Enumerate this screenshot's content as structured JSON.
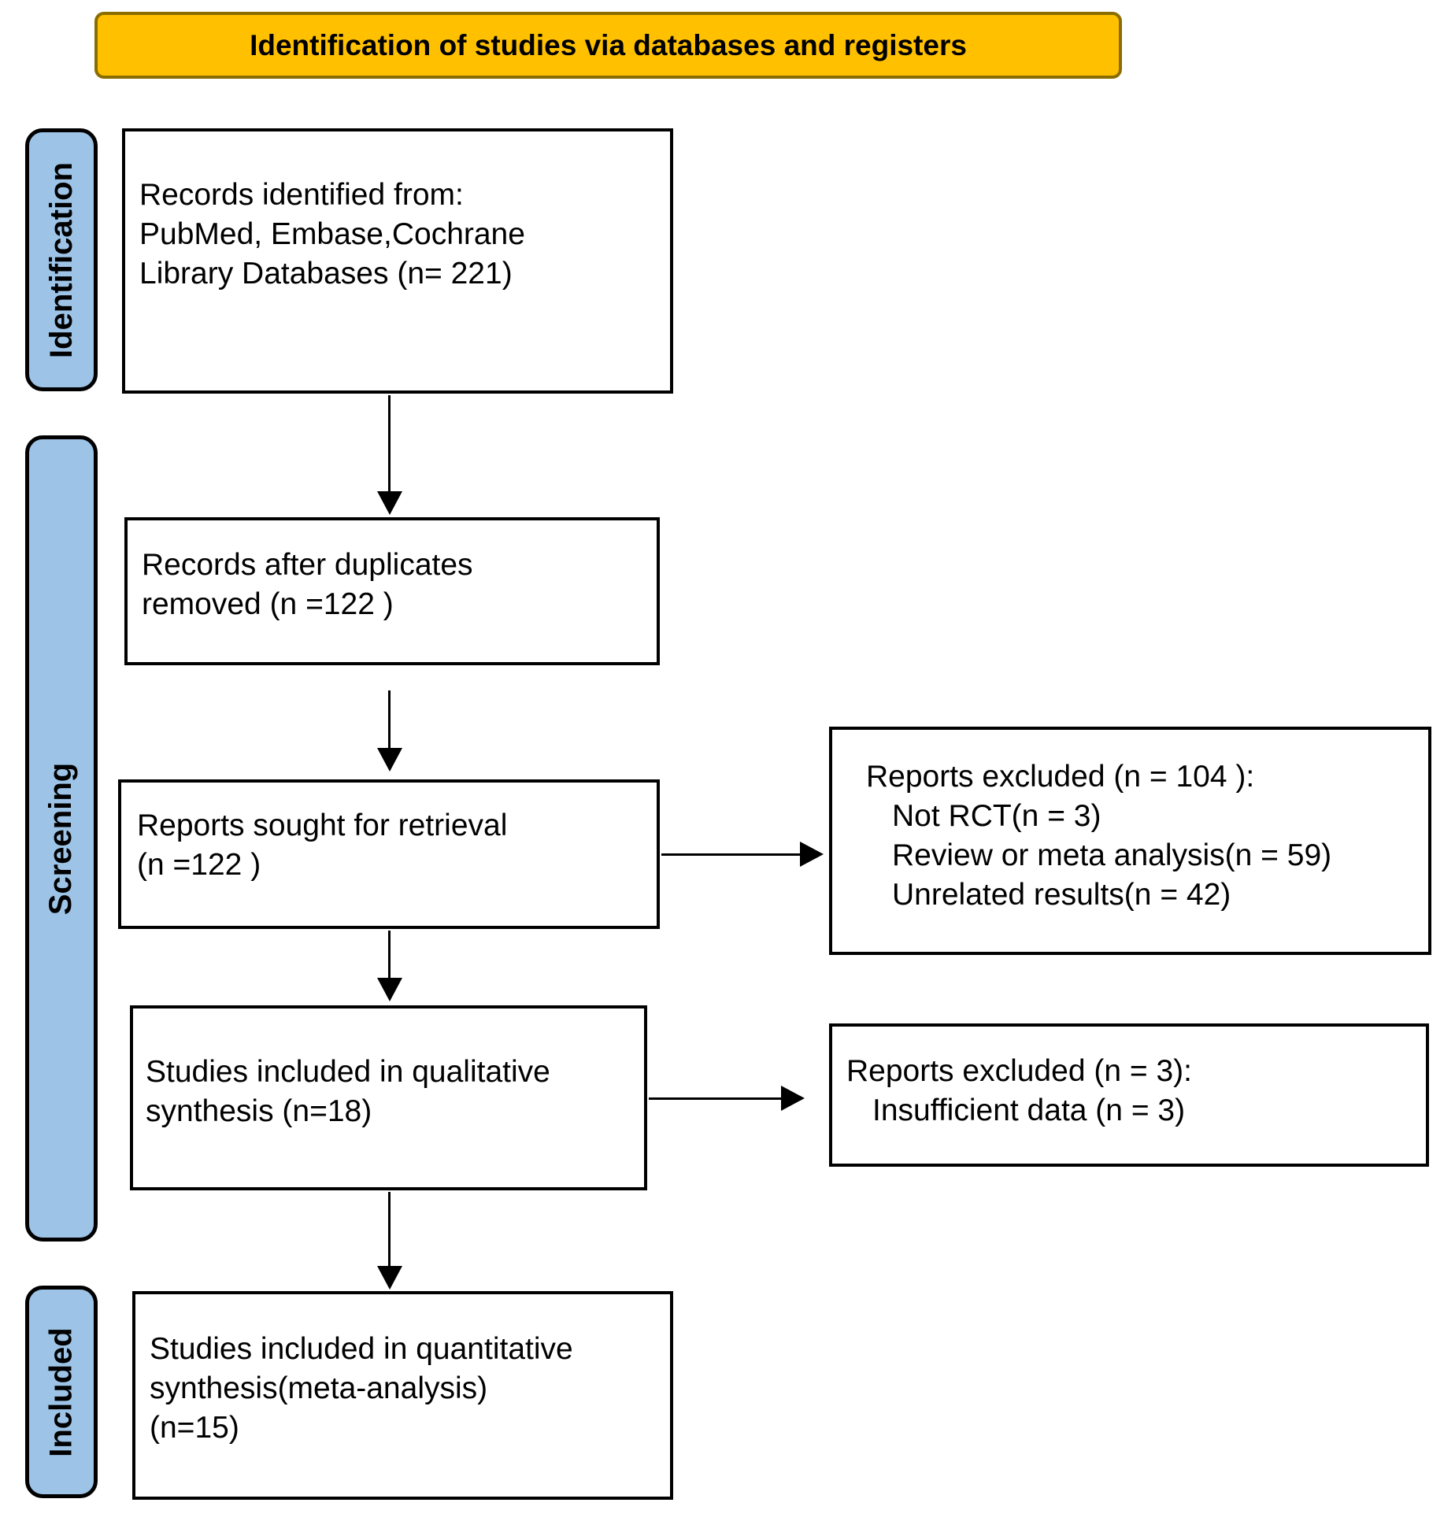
{
  "banner": {
    "title": "Identification of studies via databases and registers"
  },
  "stages": {
    "identification": {
      "label": "Identification"
    },
    "screening": {
      "label": "Screening"
    },
    "included": {
      "label": "Included"
    }
  },
  "boxes": {
    "records_identified": {
      "lines": [
        "Records identified from:",
        "PubMed, Embase,Cochrane",
        "Library Databases (n= 221)"
      ]
    },
    "duplicates_removed": {
      "lines": [
        "Records after duplicates",
        "removed (n =122 )"
      ]
    },
    "reports_sought": {
      "lines": [
        "Reports sought for retrieval",
        "(n =122 )"
      ]
    },
    "qualitative_synthesis": {
      "lines": [
        "Studies included in qualitative",
        "synthesis (n=18)"
      ]
    },
    "quantitative_synthesis": {
      "lines": [
        "Studies included in quantitative",
        "synthesis(meta-analysis)",
        "(n=15)"
      ]
    },
    "reports_excluded_screening": {
      "lines": [
        "Reports excluded (n = 104 ):",
        "Not RCT(n = 3)",
        "Review or meta analysis(n = 59)",
        "Unrelated results(n = 42)"
      ]
    },
    "reports_excluded_qualitative": {
      "lines": [
        "Reports excluded (n = 3):",
        "Insufficient data (n = 3)"
      ]
    }
  },
  "colors": {
    "banner_fill": "#FFC000",
    "banner_border": "#8A6D00",
    "stage_fill": "#9DC3E6",
    "stage_border": "#000000",
    "box_fill": "#FFFFFF",
    "box_border": "#000000",
    "arrow": "#000000",
    "text": "#000000",
    "background": "#FFFFFF"
  }
}
